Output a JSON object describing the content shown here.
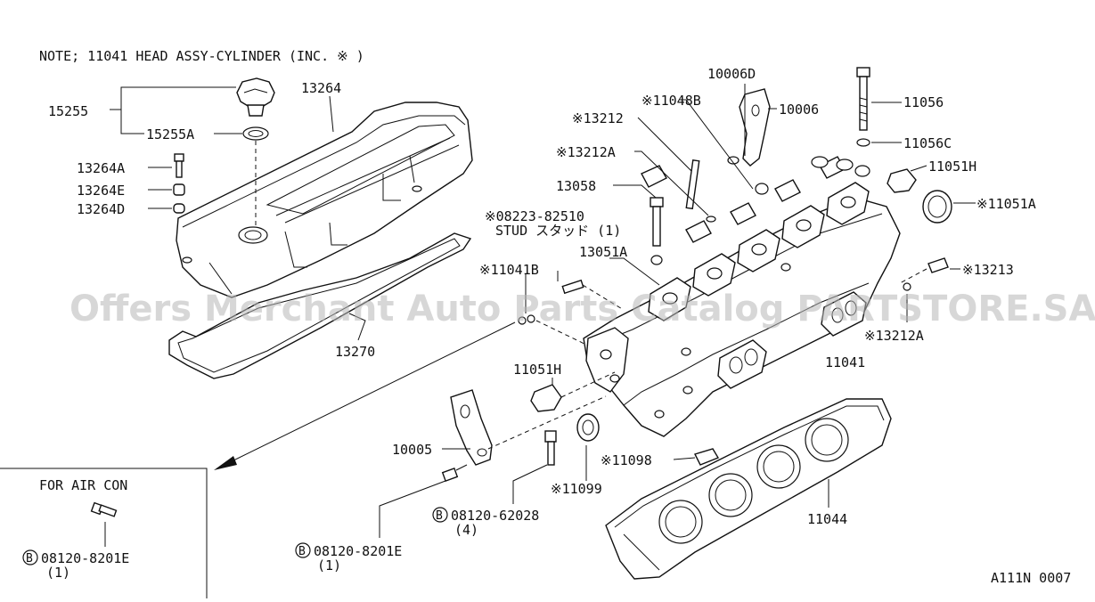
{
  "note": "NOTE; 11041 HEAD ASSY-CYLINDER (INC. ※ )",
  "watermark": "Offers Merchant Auto Parts Catalog PARTSTORE.SA",
  "figure_code": "A111N 0007",
  "inset": {
    "title": "FOR AIR CON",
    "part_number": "08120-8201E",
    "quantity": "(1)",
    "bolt_symbol": "B"
  },
  "callouts": {
    "p15255": "15255",
    "p15255a": "15255A",
    "p13264": "13264",
    "p13264a": "13264A",
    "p13264e": "13264E",
    "p13264d": "13264D",
    "p13270": "13270",
    "p10006d": "10006D",
    "p11048b": "※11048B",
    "p10006": "10006",
    "p13212": "※13212",
    "p13212a_top": "※13212A",
    "p13058": "13058",
    "p08223": "※08223-82510",
    "stud": "STUD スタッド (1)",
    "p13051a": "13051A",
    "p11041b": "※11041B",
    "p11056": "11056",
    "p11056c": "11056C",
    "p11051h_top": "11051H",
    "p11051a": "※11051A",
    "p13213": "※13213",
    "p13212a_right": "※13212A",
    "p11041": "11041",
    "p11051h_left": "11051H",
    "p10005": "10005",
    "p11098": "※11098",
    "p11099": "※11099",
    "b08120_62028": "08120-62028",
    "q4": "(4)",
    "b08120_8201e": "08120-8201E",
    "q1": "(1)",
    "p11044": "11044",
    "bolt_symbol": "B"
  }
}
